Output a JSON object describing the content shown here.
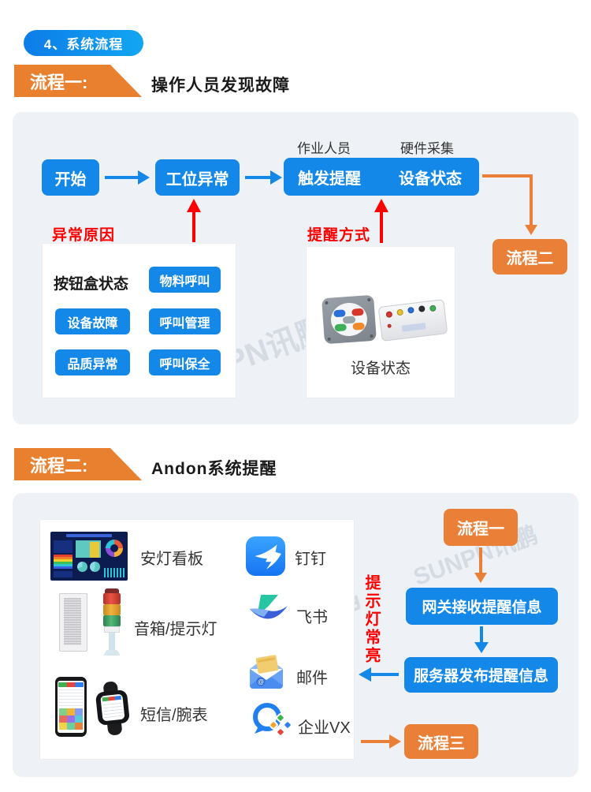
{
  "header": {
    "badge": "4、系统流程"
  },
  "watermark": "SUNPN讯鹏",
  "flow1": {
    "banner": "流程一:",
    "title": "操作人员发现故障",
    "col_labels": {
      "operator": "作业人员",
      "hardware": "硬件采集"
    },
    "nodes": {
      "start": "开始",
      "station": "工位异常",
      "trigger": "触发提醒",
      "device": "设备状态",
      "next": "流程二"
    },
    "notes": {
      "reason": "异常原因",
      "method": "提醒方式"
    },
    "button_box": {
      "title": "按钮盒状态",
      "buttons": [
        "物料呼叫",
        "设备故障",
        "呼叫管理",
        "品质异常",
        "呼叫保全"
      ]
    },
    "device_box": {
      "caption": "设备状态"
    }
  },
  "flow2": {
    "banner": "流程二:",
    "title": "Andon系统提醒",
    "channels": [
      {
        "label": "安灯看板"
      },
      {
        "label": "音箱/提示灯"
      },
      {
        "label": "短信/腕表"
      }
    ],
    "apps": [
      {
        "label": "钉钉"
      },
      {
        "label": "飞书"
      },
      {
        "label": "邮件",
        "at": "@"
      },
      {
        "label": "企业VX"
      }
    ],
    "note": "提示灯常亮",
    "nodes": {
      "from": "流程一",
      "gateway": "网关接收提醒信息",
      "server": "服务器发布提醒信息",
      "next": "流程三"
    }
  },
  "colors": {
    "blue": "#1388e8",
    "orange": "#ea8038",
    "red": "#fe0000",
    "panel": "#eef2f6"
  }
}
